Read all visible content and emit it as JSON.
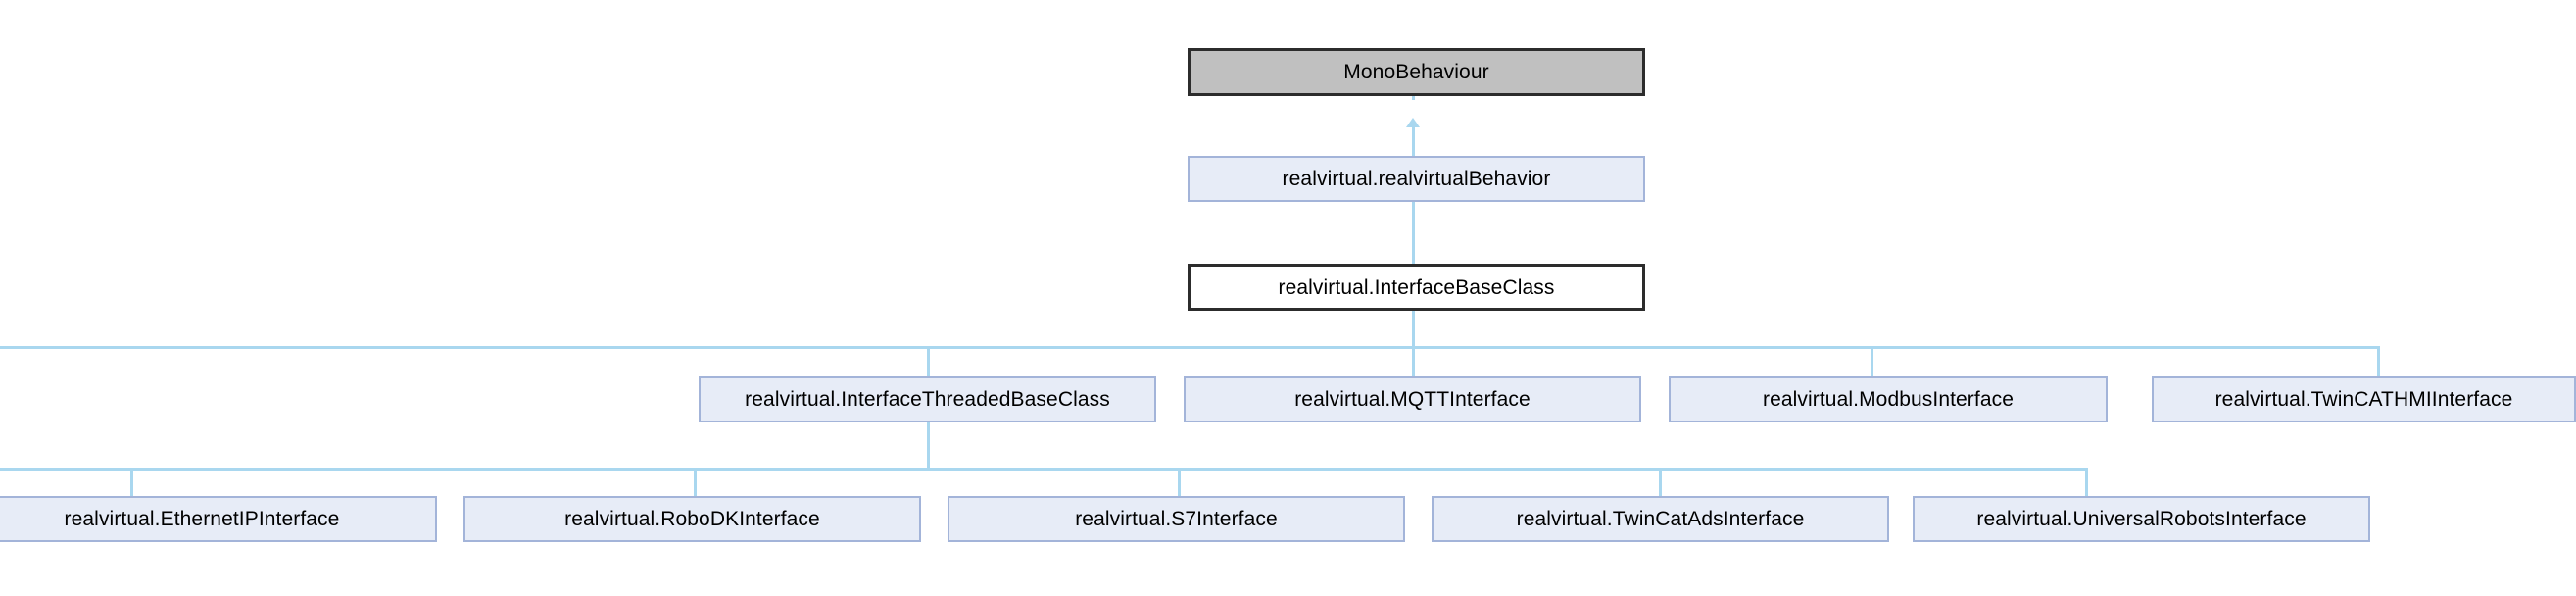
{
  "diagram": {
    "kind": "inheritance-diagram",
    "title": "",
    "colors": {
      "background": "#ffffff",
      "edge": "#a9d7ef",
      "root_fill": "#c0c0c0",
      "root_border": "#2c2c2c",
      "focus_fill": "#ffffff",
      "focus_border": "#2c2c2c",
      "node_fill": "#e7ecf7",
      "node_border": "#a3b4d9",
      "text": "#000000"
    },
    "nodes": {
      "root": {
        "label": "MonoBehaviour"
      },
      "behavior": {
        "label": "realvirtual.realvirtualBehavior"
      },
      "base": {
        "label": "realvirtual.InterfaceBaseClass"
      },
      "threaded": {
        "label": "realvirtual.InterfaceThreadedBaseClass"
      },
      "mqtt": {
        "label": "realvirtual.MQTTInterface"
      },
      "modbus": {
        "label": "realvirtual.ModbusInterface"
      },
      "twincathmi": {
        "label": "realvirtual.TwinCATHMIInterface"
      },
      "ethernetip": {
        "label": "realvirtual.EthernetIPInterface"
      },
      "robodk": {
        "label": "realvirtual.RoboDKInterface"
      },
      "s7": {
        "label": "realvirtual.S7Interface"
      },
      "twincatads": {
        "label": "realvirtual.TwinCatAdsInterface"
      },
      "universalrobots": {
        "label": "realvirtual.UniversalRobotsInterface"
      }
    },
    "edges": [
      {
        "from": "behavior",
        "to": "root"
      },
      {
        "from": "base",
        "to": "behavior"
      },
      {
        "from": "threaded",
        "to": "base"
      },
      {
        "from": "mqtt",
        "to": "base"
      },
      {
        "from": "modbus",
        "to": "base"
      },
      {
        "from": "twincathmi",
        "to": "base"
      },
      {
        "from": "ethernetip",
        "to": "threaded"
      },
      {
        "from": "robodk",
        "to": "threaded"
      },
      {
        "from": "s7",
        "to": "threaded"
      },
      {
        "from": "twincatads",
        "to": "threaded"
      },
      {
        "from": "universalrobots",
        "to": "threaded"
      }
    ]
  }
}
